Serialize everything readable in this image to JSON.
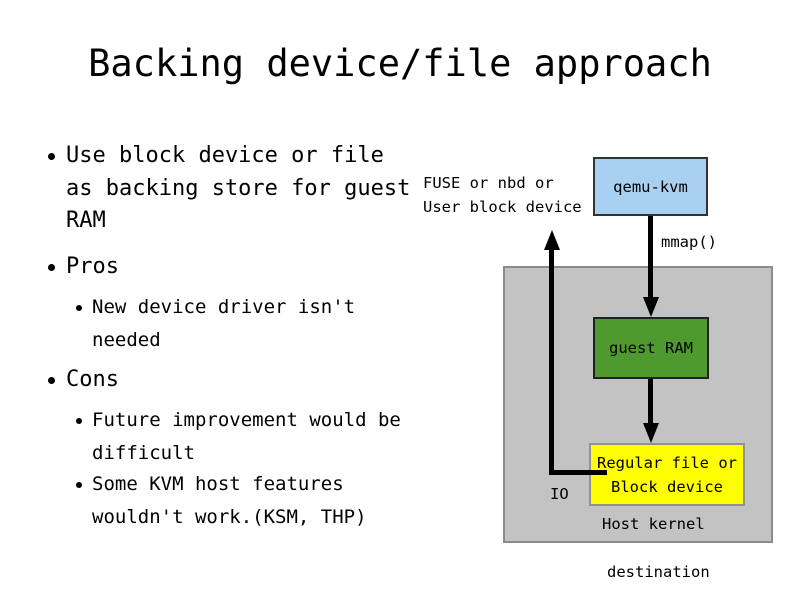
{
  "slide": {
    "title": "Backing device/file approach",
    "bullets": [
      {
        "level": 1,
        "text": "Use block device or file as backing store for guest RAM"
      },
      {
        "level": 1,
        "text": "Pros"
      },
      {
        "level": 2,
        "text": "New device driver isn't needed"
      },
      {
        "level": 1,
        "text": "Cons"
      },
      {
        "level": 2,
        "text": "Future improvement would be difficult"
      },
      {
        "level": 2,
        "text": "Some KVM host features wouldn't work.(KSM, THP)"
      }
    ]
  },
  "diagram": {
    "fuse_label": "FUSE or nbd or\nUser block device",
    "mmap_label": "mmap()",
    "io_label": "IO",
    "host_kernel_label": "Host kernel",
    "destination_label": "destination",
    "nodes": {
      "qemu": {
        "label": "qemu-kvm",
        "fill": "#a8d0f0"
      },
      "guest_ram": {
        "label": "guest RAM",
        "fill": "#4e9a2e"
      },
      "backing": {
        "label": "Regular file or Block device",
        "fill": "#ffff00"
      }
    },
    "colors": {
      "host_kernel_fill": "#c3c3c3",
      "arrow": "#000000"
    }
  }
}
